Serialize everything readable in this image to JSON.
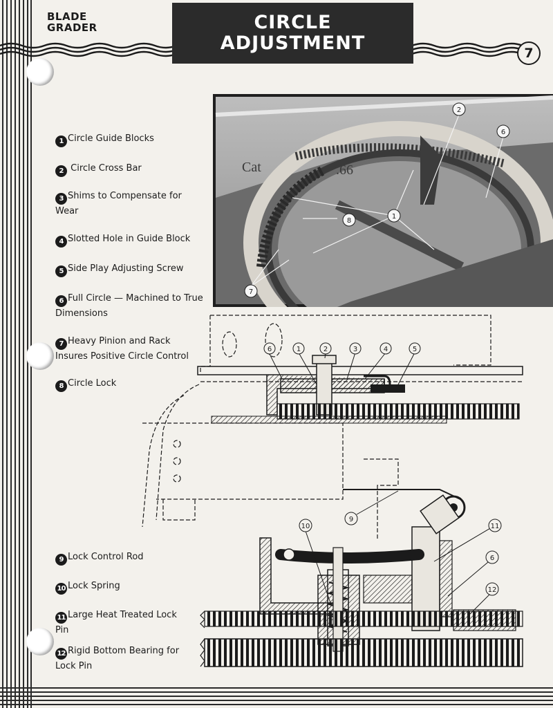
{
  "header": {
    "section_label_line1": "BLADE",
    "section_label_line2": "GRADER",
    "title_line1": "CIRCLE",
    "title_line2": "ADJUSTMENT",
    "page_number": "7"
  },
  "legend": [
    {
      "num": "1",
      "text": "Circle Guide Blocks"
    },
    {
      "num": "2",
      "text": "Circle Cross Bar"
    },
    {
      "num": "3",
      "text": "Shims to Compensate for Wear"
    },
    {
      "num": "4",
      "text": "Slotted Hole in Guide Block"
    },
    {
      "num": "5",
      "text": "Side Play Adjusting Screw"
    },
    {
      "num": "6",
      "text": "Full Circle — Machined to True Dimensions"
    },
    {
      "num": "7",
      "text": "Heavy Pinion and Rack Insures Positive Circle Control"
    },
    {
      "num": "8",
      "text": "Circle Lock"
    },
    {
      "num": "9",
      "text": "Lock Control Rod"
    },
    {
      "num": "10",
      "text": "Lock Spring"
    },
    {
      "num": "11",
      "text": "Large Heat Treated Lock Pin"
    },
    {
      "num": "12",
      "text": "Rigid Bottom Bearing for Lock Pin"
    }
  ],
  "photo": {
    "visible_text": "Cat",
    "visible_text_2": ".66",
    "callouts": [
      "2",
      "6",
      "8",
      "1",
      "7"
    ]
  },
  "diagram": {
    "callouts": [
      "6",
      "1",
      "2",
      "3",
      "4",
      "5",
      "9",
      "10",
      "11",
      "6",
      "12"
    ]
  },
  "colors": {
    "paper": "#f3f1ec",
    "ink": "#1b1b1b",
    "title_bg": "#2b2b2b"
  }
}
